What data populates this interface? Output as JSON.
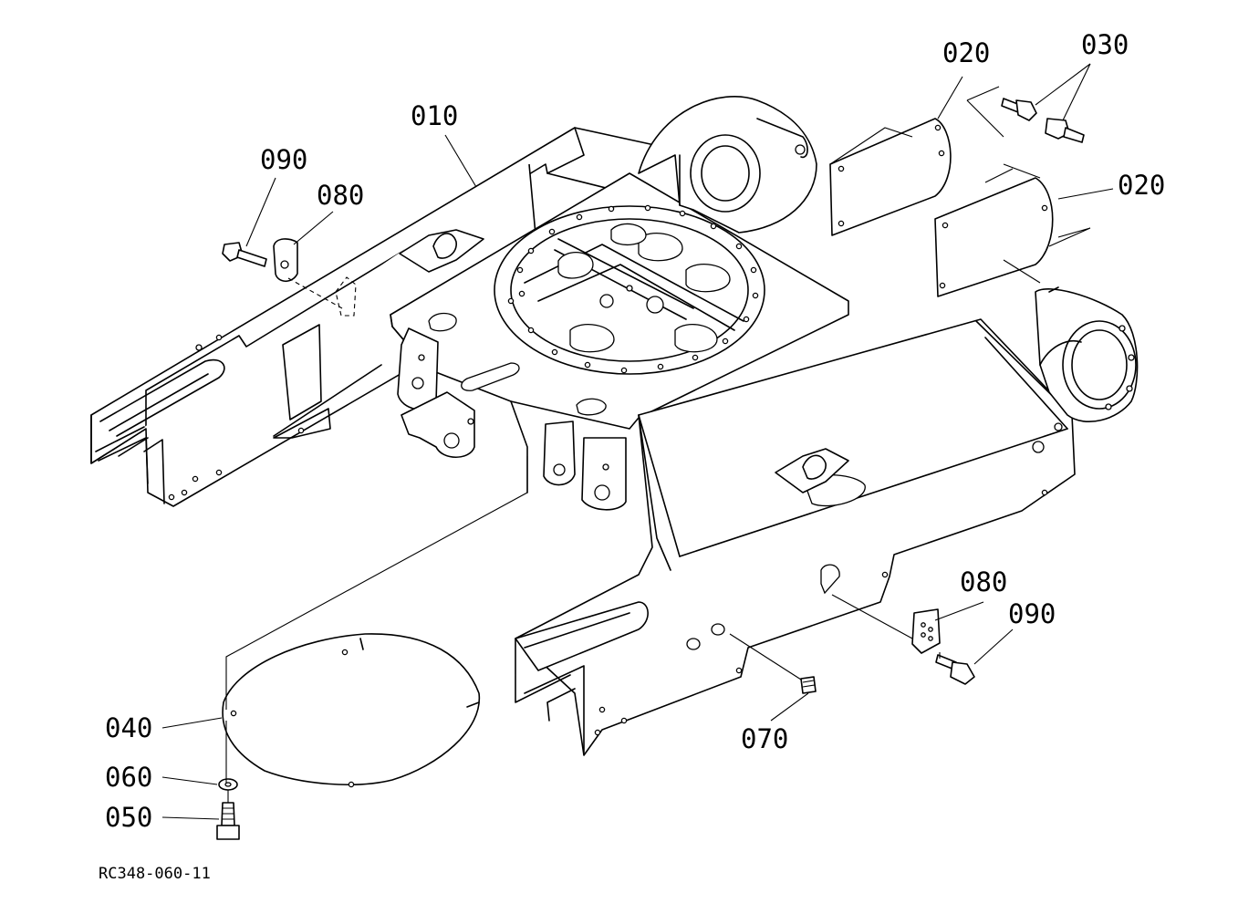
{
  "diagram": {
    "drawing_code": "RC348-060-11",
    "callouts": {
      "p010": "010",
      "p020a": "020",
      "p020b": "020",
      "p030": "030",
      "p040": "040",
      "p050": "050",
      "p060": "060",
      "p070": "070",
      "p080a": "080",
      "p080b": "080",
      "p090a": "090",
      "p090b": "090"
    }
  }
}
